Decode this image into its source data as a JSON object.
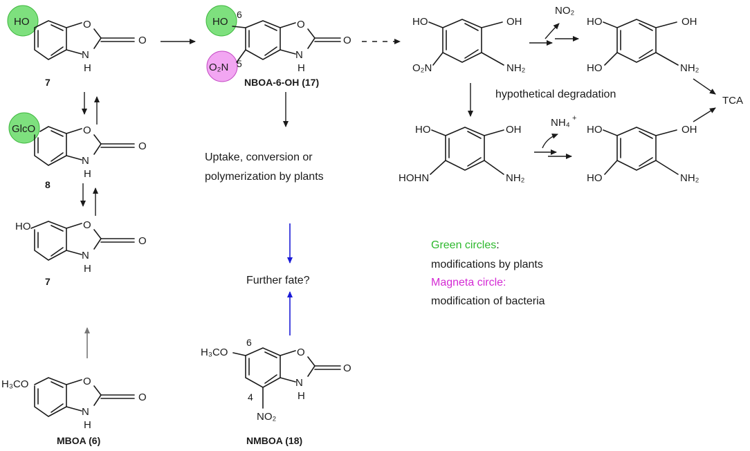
{
  "colors": {
    "green_circle": "#7ee07e",
    "green_text": "#2db82d",
    "magenta_circle": "#f2a6f2",
    "magenta_text": "#d42ad4",
    "blue_arrow": "#1a1ad6"
  },
  "compounds": {
    "c7_top": {
      "number": "7",
      "substituent": "HO",
      "o_ring": "O",
      "carbonyl": "O",
      "nh": "N",
      "h": "H"
    },
    "c8": {
      "number": "8",
      "substituent": "GlcO",
      "o_ring": "O",
      "carbonyl": "O",
      "nh": "N",
      "h": "H"
    },
    "c7_mid": {
      "number": "7",
      "substituent": "HO",
      "o_ring": "O",
      "carbonyl": "O",
      "nh": "N",
      "h": "H"
    },
    "mboa": {
      "label": "MBOA (6)",
      "substituent": "H₃CO",
      "o_ring": "O",
      "carbonyl": "O",
      "nh": "N",
      "h": "H"
    },
    "nboa": {
      "label": "NBOA-6-OH (17)",
      "substituent": "HO",
      "nitro": "O₂N",
      "pos6": "6",
      "pos5": "5",
      "o_ring": "O",
      "carbonyl": "O",
      "nh": "N",
      "h": "H"
    },
    "nmboa": {
      "label": "NMBOA (18)",
      "substituent": "H₃CO",
      "nitro": "NO₂",
      "pos6": "6",
      "pos4": "4",
      "o_ring": "O",
      "carbonyl": "O",
      "nh": "N",
      "h": "H"
    },
    "p1": {
      "oh1": "HO",
      "oh2": "OH",
      "nitro": "O₂N",
      "nh2": "NH₂"
    },
    "p2": {
      "oh1": "HO",
      "oh2": "OH",
      "oh3": "HO",
      "nh2": "NH₂"
    },
    "p3": {
      "oh1": "HO",
      "oh2": "OH",
      "hohn": "HOHN",
      "nh2": "NH₂"
    },
    "p4": {
      "oh1": "HO",
      "oh2": "OH",
      "oh3": "HO",
      "nh2": "NH₂"
    }
  },
  "texts": {
    "uptake_line1": "Uptake, conversion or",
    "uptake_line2": "polymerization by plants",
    "further_fate": "Further fate?",
    "hypothetical": "hypothetical degradation",
    "tca": "TCA",
    "no2_release": "NO₂",
    "nh4_release": "NH₄",
    "nh4_charge": "+"
  },
  "legend": {
    "green_title": "Green circles",
    "green_colon": ":",
    "green_desc": "modifications by plants",
    "magenta_title": "Magneta circle:",
    "magenta_desc": "modification of bacteria"
  }
}
